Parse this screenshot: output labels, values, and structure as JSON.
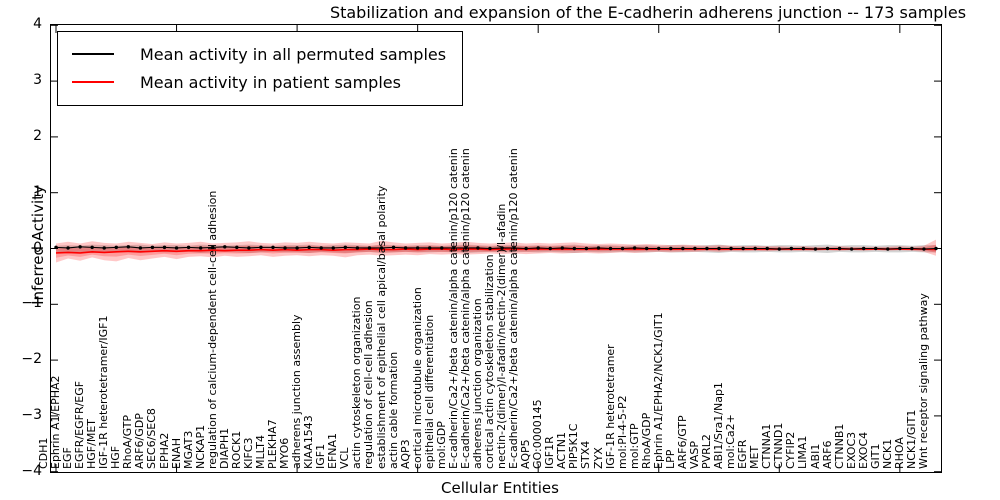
{
  "title": "Stabilization and expansion of the E-cadherin adherens junction -- 173 samples",
  "axes": {
    "x_label": "Cellular Entities",
    "y_label": "Inferred Activity",
    "y_ticks": [
      {
        "label": "4",
        "value": 4
      },
      {
        "label": "3",
        "value": 3
      },
      {
        "label": "2",
        "value": 2
      },
      {
        "label": "1",
        "value": 1
      },
      {
        "label": "0",
        "value": 0
      },
      {
        "label": "−1",
        "value": -1
      },
      {
        "label": "−2",
        "value": -2
      },
      {
        "label": "−3",
        "value": -3
      },
      {
        "label": "−4",
        "value": -4
      }
    ]
  },
  "legend": {
    "items": [
      {
        "label": "Mean activity in all permuted samples",
        "color": "#000000"
      },
      {
        "label": "Mean activity in patient samples",
        "color": "#ff0000"
      }
    ]
  },
  "colors": {
    "permuted_line": "#000000",
    "patient_line": "#ff0000",
    "patient_band": "rgba(255,0,0,0.22)",
    "permuted_band": "rgba(110,110,110,0.30)",
    "spine": "#000000"
  },
  "chart_data": {
    "type": "line",
    "title": "Stabilization and expansion of the E-cadherin adherens junction -- 173 samples",
    "xlabel": "Cellular Entities",
    "ylabel": "Inferred Activity",
    "ylim": [
      -4,
      4
    ],
    "grid": false,
    "legend_position": "upper left",
    "x_categories": [
      "CDH1",
      "Ephrin A1/EPHA2",
      "EGF",
      "EGFR/EGFR/EGF",
      "HGF/MET",
      "IGF-1R heterotetramer/IGF1",
      "HGF",
      "RhoA/GTP",
      "ARF6/GDP",
      "SEC6/SEC8",
      "EPHA2",
      "ENAH",
      "MGAT3",
      "NCKAP1",
      "regulation of calcium-dependent cell-cell adhesion",
      "DIAPH1",
      "ROCK1",
      "KIFC3",
      "MLLT4",
      "PLEKHA7",
      "MYO6",
      "adherens junction assembly",
      "KIAA1543",
      "IGF1",
      "EFNA1",
      "VCL",
      "actin cytoskeleton organization",
      "regulation of cell-cell adhesion",
      "establishment of epithelial cell apical/basal polarity",
      "actin cable formation",
      "AQP3",
      "cortical microtubule organization",
      "epithelial cell differentiation",
      "mol:GDP",
      "E-cadherin/Ca2+/beta catenin/alpha catenin/p120 catenin",
      "E-cadherin/Ca2+/beta catenin/alpha catenin/p120 catenin",
      "adherens junction organization",
      "cortical actin cytoskeleton stabilization",
      "nectin-2(dimer)/l-afadin/nectin-2(dimer)/l-afadin",
      "E-cadherin/Ca2+/beta catenin/alpha catenin/p120 catenin",
      "AQP5",
      "GO:0000145",
      "IGF1R",
      "ACTN1",
      "PIP5K1C",
      "STX4",
      "ZYX",
      "IGF-1R heterotetramer",
      "mol:PI-4-5-P2",
      "mol:GTP",
      "RhoA/GDP",
      "Ephrin A1/EPHA2/NCK1/GIT1",
      "LPP",
      "ARF6/GTP",
      "VASP",
      "PVRL2",
      "ABI1/Sra1/Nap1",
      "mol:Ca2+",
      "EGFR",
      "MET",
      "CTNNA1",
      "CTNND1",
      "CYFIP2",
      "LIMA1",
      "ABI1",
      "ARF6",
      "CTNNB1",
      "EXOC3",
      "EXOC4",
      "GIT1",
      "NCK1",
      "RHOA",
      "NCK1/GIT1",
      "Wnt receptor signaling pathway"
    ],
    "series": [
      {
        "name": "Mean activity in all permuted samples",
        "color": "#000000",
        "values": [
          0.02,
          0.01,
          0.03,
          0.02,
          0.01,
          0.02,
          0.03,
          0.01,
          0.02,
          0.02,
          0.01,
          0.02,
          0.01,
          0.02,
          0.03,
          0.02,
          0.01,
          0.02,
          0.02,
          0.01,
          0.01,
          0.02,
          0.01,
          0.01,
          0.02,
          0.01,
          0.01,
          0.01,
          0.02,
          0.01,
          0.01,
          0.01,
          0.01,
          0.01,
          0.01,
          0.01,
          0.0,
          0.01,
          0.01,
          0.0,
          0.01,
          0.0,
          0.01,
          0.0,
          0.0,
          0.01,
          0.0,
          0.0,
          0.01,
          0.0,
          0.0,
          0.0,
          0.0,
          0.0,
          0.0,
          0.0,
          0.0,
          0.0,
          0.0,
          0.0,
          -0.01,
          0.0,
          0.0,
          -0.01,
          0.0,
          0.0,
          -0.01,
          0.0,
          0.0,
          -0.01,
          0.0,
          0.0,
          -0.01,
          0.0
        ]
      },
      {
        "name": "Mean activity in patient samples",
        "color": "#ff0000",
        "values": [
          -0.08,
          -0.07,
          -0.08,
          -0.06,
          -0.07,
          -0.06,
          -0.05,
          -0.06,
          -0.05,
          -0.04,
          -0.05,
          -0.04,
          -0.04,
          -0.03,
          -0.04,
          -0.03,
          -0.03,
          -0.02,
          -0.03,
          -0.02,
          -0.03,
          -0.02,
          -0.02,
          -0.03,
          -0.02,
          -0.02,
          -0.01,
          -0.02,
          -0.02,
          -0.01,
          -0.02,
          -0.01,
          -0.01,
          -0.02,
          -0.01,
          -0.01,
          -0.02,
          -0.01,
          -0.01,
          -0.01,
          -0.01,
          -0.01,
          -0.01,
          -0.01,
          -0.01,
          -0.01,
          -0.01,
          -0.01,
          -0.01,
          -0.01,
          -0.01,
          -0.01,
          -0.01,
          -0.01,
          -0.01,
          -0.01,
          -0.01,
          -0.01,
          -0.01,
          -0.01,
          -0.01,
          -0.01,
          -0.01,
          -0.01,
          -0.01,
          -0.01,
          -0.01,
          -0.01,
          -0.01,
          -0.01,
          -0.01,
          -0.01,
          -0.01,
          -0.02
        ]
      }
    ],
    "bands": [
      {
        "name": "permuted-samples-std-band",
        "color": "rgba(110,110,110,0.30)",
        "upper": [
          0.05,
          0.06,
          0.05,
          0.07,
          0.06,
          0.05,
          0.06,
          0.07,
          0.05,
          0.06,
          0.06,
          0.05,
          0.07,
          0.06,
          0.05,
          0.06,
          0.07,
          0.06,
          0.05,
          0.06,
          0.06,
          0.07,
          0.05,
          0.06,
          0.07,
          0.06,
          0.05,
          0.07,
          0.06,
          0.05,
          0.06,
          0.06,
          0.05,
          0.06,
          0.07,
          0.06,
          0.05,
          0.06,
          0.06,
          0.05,
          0.06,
          0.05,
          0.06,
          0.07,
          0.05,
          0.06,
          0.06,
          0.05,
          0.06,
          0.06,
          0.05,
          0.06,
          0.06,
          0.05,
          0.06,
          0.07,
          0.05,
          0.06,
          0.06,
          0.05,
          0.06,
          0.06,
          0.05,
          0.06,
          0.07,
          0.05,
          0.06,
          0.06,
          0.05,
          0.06,
          0.06,
          0.05,
          0.06,
          0.06
        ],
        "lower": [
          -0.06,
          -0.07,
          -0.06,
          -0.08,
          -0.07,
          -0.06,
          -0.07,
          -0.08,
          -0.06,
          -0.07,
          -0.07,
          -0.06,
          -0.08,
          -0.07,
          -0.06,
          -0.07,
          -0.08,
          -0.07,
          -0.06,
          -0.07,
          -0.07,
          -0.08,
          -0.06,
          -0.07,
          -0.08,
          -0.07,
          -0.06,
          -0.08,
          -0.07,
          -0.06,
          -0.07,
          -0.07,
          -0.06,
          -0.07,
          -0.08,
          -0.07,
          -0.06,
          -0.07,
          -0.07,
          -0.06,
          -0.07,
          -0.06,
          -0.07,
          -0.08,
          -0.06,
          -0.07,
          -0.07,
          -0.06,
          -0.07,
          -0.07,
          -0.06,
          -0.07,
          -0.07,
          -0.06,
          -0.07,
          -0.08,
          -0.06,
          -0.07,
          -0.07,
          -0.06,
          -0.07,
          -0.07,
          -0.06,
          -0.07,
          -0.08,
          -0.06,
          -0.07,
          -0.07,
          -0.06,
          -0.07,
          -0.07,
          -0.06,
          -0.07,
          -0.07
        ]
      },
      {
        "name": "patient-samples-std-band",
        "color": "rgba(255,0,0,0.22)",
        "upper": [
          0.09,
          0.12,
          0.09,
          0.13,
          0.1,
          0.09,
          0.12,
          0.1,
          0.08,
          0.11,
          0.09,
          0.1,
          0.12,
          0.09,
          0.1,
          0.11,
          0.13,
          0.1,
          0.09,
          0.11,
          0.1,
          0.12,
          0.1,
          0.09,
          0.11,
          0.1,
          0.09,
          0.14,
          0.11,
          0.09,
          0.1,
          0.11,
          0.09,
          0.1,
          0.12,
          0.1,
          0.09,
          0.1,
          0.11,
          0.09,
          0.1,
          0.09,
          0.1,
          0.11,
          0.09,
          0.08,
          0.09,
          0.08,
          0.07,
          0.08,
          0.07,
          0.06,
          0.07,
          0.06,
          0.05,
          0.06,
          0.05,
          0.04,
          0.05,
          0.04,
          0.04,
          0.03,
          0.04,
          0.03,
          0.03,
          0.04,
          0.03,
          0.03,
          0.03,
          0.03,
          0.04,
          0.03,
          0.05,
          0.16
        ],
        "lower": [
          -0.25,
          -0.18,
          -0.22,
          -0.16,
          -0.21,
          -0.23,
          -0.17,
          -0.21,
          -0.18,
          -0.15,
          -0.19,
          -0.15,
          -0.14,
          -0.16,
          -0.13,
          -0.15,
          -0.14,
          -0.12,
          -0.15,
          -0.13,
          -0.12,
          -0.14,
          -0.12,
          -0.13,
          -0.16,
          -0.12,
          -0.11,
          -0.13,
          -0.12,
          -0.11,
          -0.12,
          -0.1,
          -0.11,
          -0.1,
          -0.11,
          -0.1,
          -0.09,
          -0.1,
          -0.09,
          -0.1,
          -0.09,
          -0.08,
          -0.09,
          -0.08,
          -0.08,
          -0.09,
          -0.08,
          -0.07,
          -0.08,
          -0.07,
          -0.06,
          -0.07,
          -0.06,
          -0.06,
          -0.05,
          -0.06,
          -0.05,
          -0.05,
          -0.04,
          -0.05,
          -0.04,
          -0.04,
          -0.04,
          -0.04,
          -0.03,
          -0.04,
          -0.03,
          -0.04,
          -0.03,
          -0.04,
          -0.03,
          -0.04,
          -0.06,
          -0.13
        ]
      }
    ],
    "x_major_tick_step": 10
  }
}
